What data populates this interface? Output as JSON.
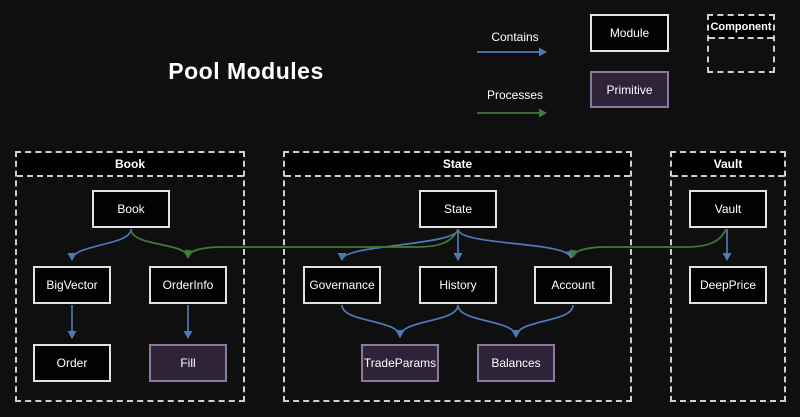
{
  "title": "Pool Modules",
  "legend": {
    "contains_label": "Contains",
    "processes_label": "Processes",
    "module_label": "Module",
    "primitive_label": "Primitive",
    "component_label": "Component"
  },
  "colors": {
    "background": "#0f0f10",
    "contains_arrow": "#4e79b7",
    "processes_arrow": "#3e7d35",
    "module_fill": "#020202",
    "module_border": "#e2e2e2",
    "primitive_fill": "#2e2338",
    "primitive_border": "#8b7a9c",
    "dashed_border": "#cfcfcf"
  },
  "containers": {
    "book": {
      "title": "Book"
    },
    "state": {
      "title": "State"
    },
    "vault": {
      "title": "Vault"
    }
  },
  "nodes": {
    "book": {
      "label": "Book",
      "type": "module"
    },
    "bigvector": {
      "label": "BigVector",
      "type": "module"
    },
    "orderinfo": {
      "label": "OrderInfo",
      "type": "module"
    },
    "order": {
      "label": "Order",
      "type": "module"
    },
    "fill": {
      "label": "Fill",
      "type": "primitive"
    },
    "state": {
      "label": "State",
      "type": "module"
    },
    "governance": {
      "label": "Governance",
      "type": "module"
    },
    "history": {
      "label": "History",
      "type": "module"
    },
    "account": {
      "label": "Account",
      "type": "module"
    },
    "tradeparams": {
      "label": "TradeParams",
      "type": "primitive"
    },
    "balances": {
      "label": "Balances",
      "type": "primitive"
    },
    "vault": {
      "label": "Vault",
      "type": "module"
    },
    "deepprice": {
      "label": "DeepPrice",
      "type": "module"
    }
  },
  "edges": [
    {
      "from": "Book",
      "to": "BigVector",
      "type": "contains"
    },
    {
      "from": "BigVector",
      "to": "Order",
      "type": "contains"
    },
    {
      "from": "OrderInfo",
      "to": "Fill",
      "type": "contains"
    },
    {
      "from": "State",
      "to": "Governance",
      "type": "contains"
    },
    {
      "from": "State",
      "to": "History",
      "type": "contains"
    },
    {
      "from": "State",
      "to": "Account",
      "type": "contains"
    },
    {
      "from": "Governance",
      "to": "TradeParams",
      "type": "contains"
    },
    {
      "from": "History",
      "to": "TradeParams",
      "type": "contains"
    },
    {
      "from": "History",
      "to": "Balances",
      "type": "contains"
    },
    {
      "from": "Account",
      "to": "Balances",
      "type": "contains"
    },
    {
      "from": "Vault",
      "to": "DeepPrice",
      "type": "contains"
    },
    {
      "from": "Book",
      "to": "OrderInfo",
      "type": "processes"
    },
    {
      "from": "State",
      "to": "OrderInfo",
      "type": "processes"
    },
    {
      "from": "Vault",
      "to": "Account",
      "type": "processes"
    }
  ]
}
